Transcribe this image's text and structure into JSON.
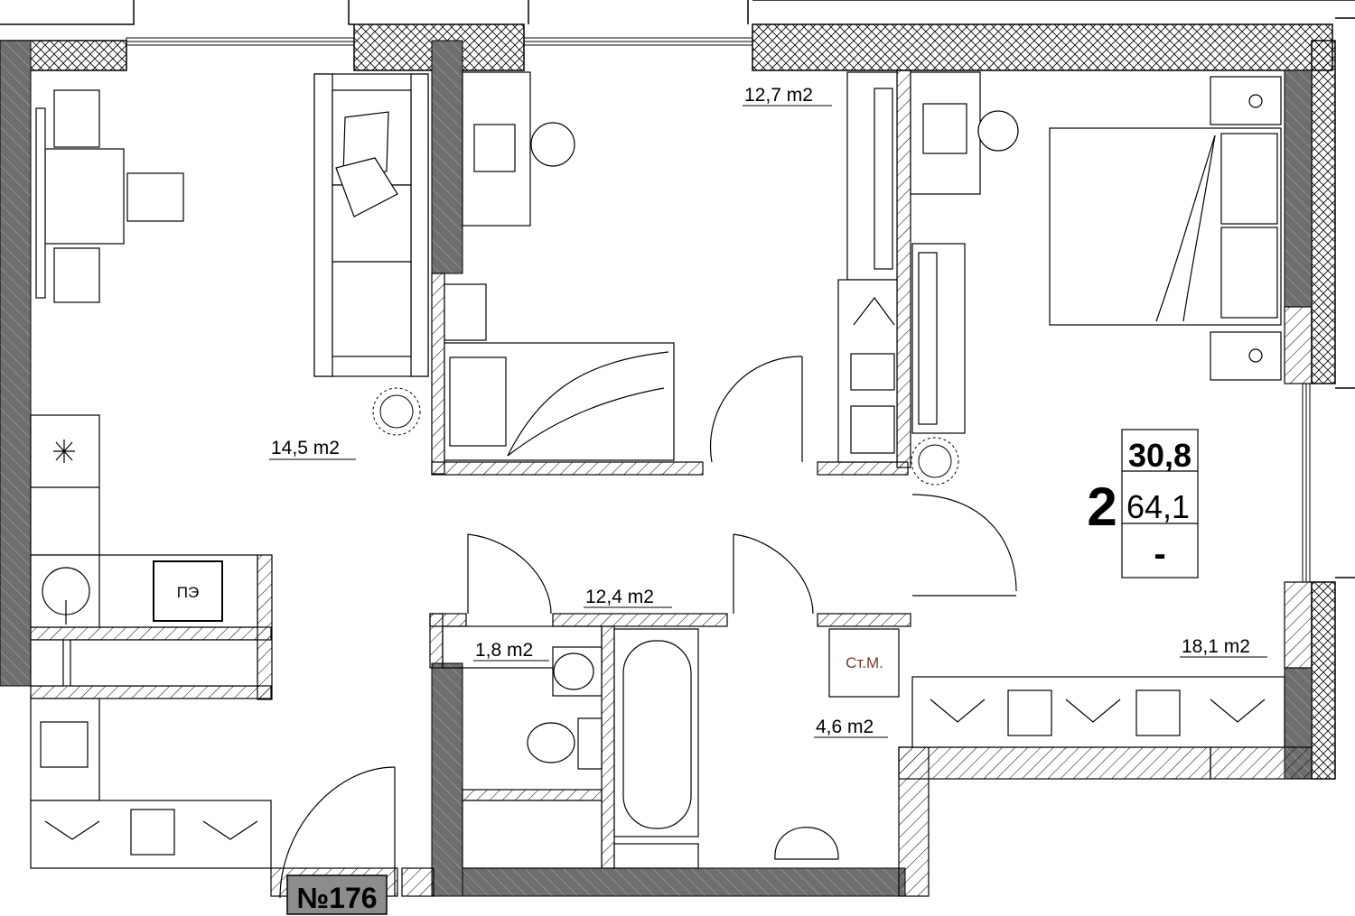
{
  "plan": {
    "room_areas": {
      "living_kitchen": "14,5 m2",
      "bedroom_child": "12,7 m2",
      "hall": "12,4 m2",
      "wc": "1,8 m2",
      "bathroom": "4,6 m2",
      "master_bedroom": "18,1 m2"
    },
    "appliance_labels": {
      "stove": "ПЭ",
      "washing_machine": "Ст.М."
    },
    "summary": {
      "rooms_count": "2",
      "living_area": "30,8",
      "total_area": "64,1",
      "balcony": "-"
    },
    "apartment_number": "№176",
    "colors": {
      "wall_dark": "#6e6e6e",
      "line": "#000000",
      "number_bg": "#8c8c8c"
    }
  }
}
